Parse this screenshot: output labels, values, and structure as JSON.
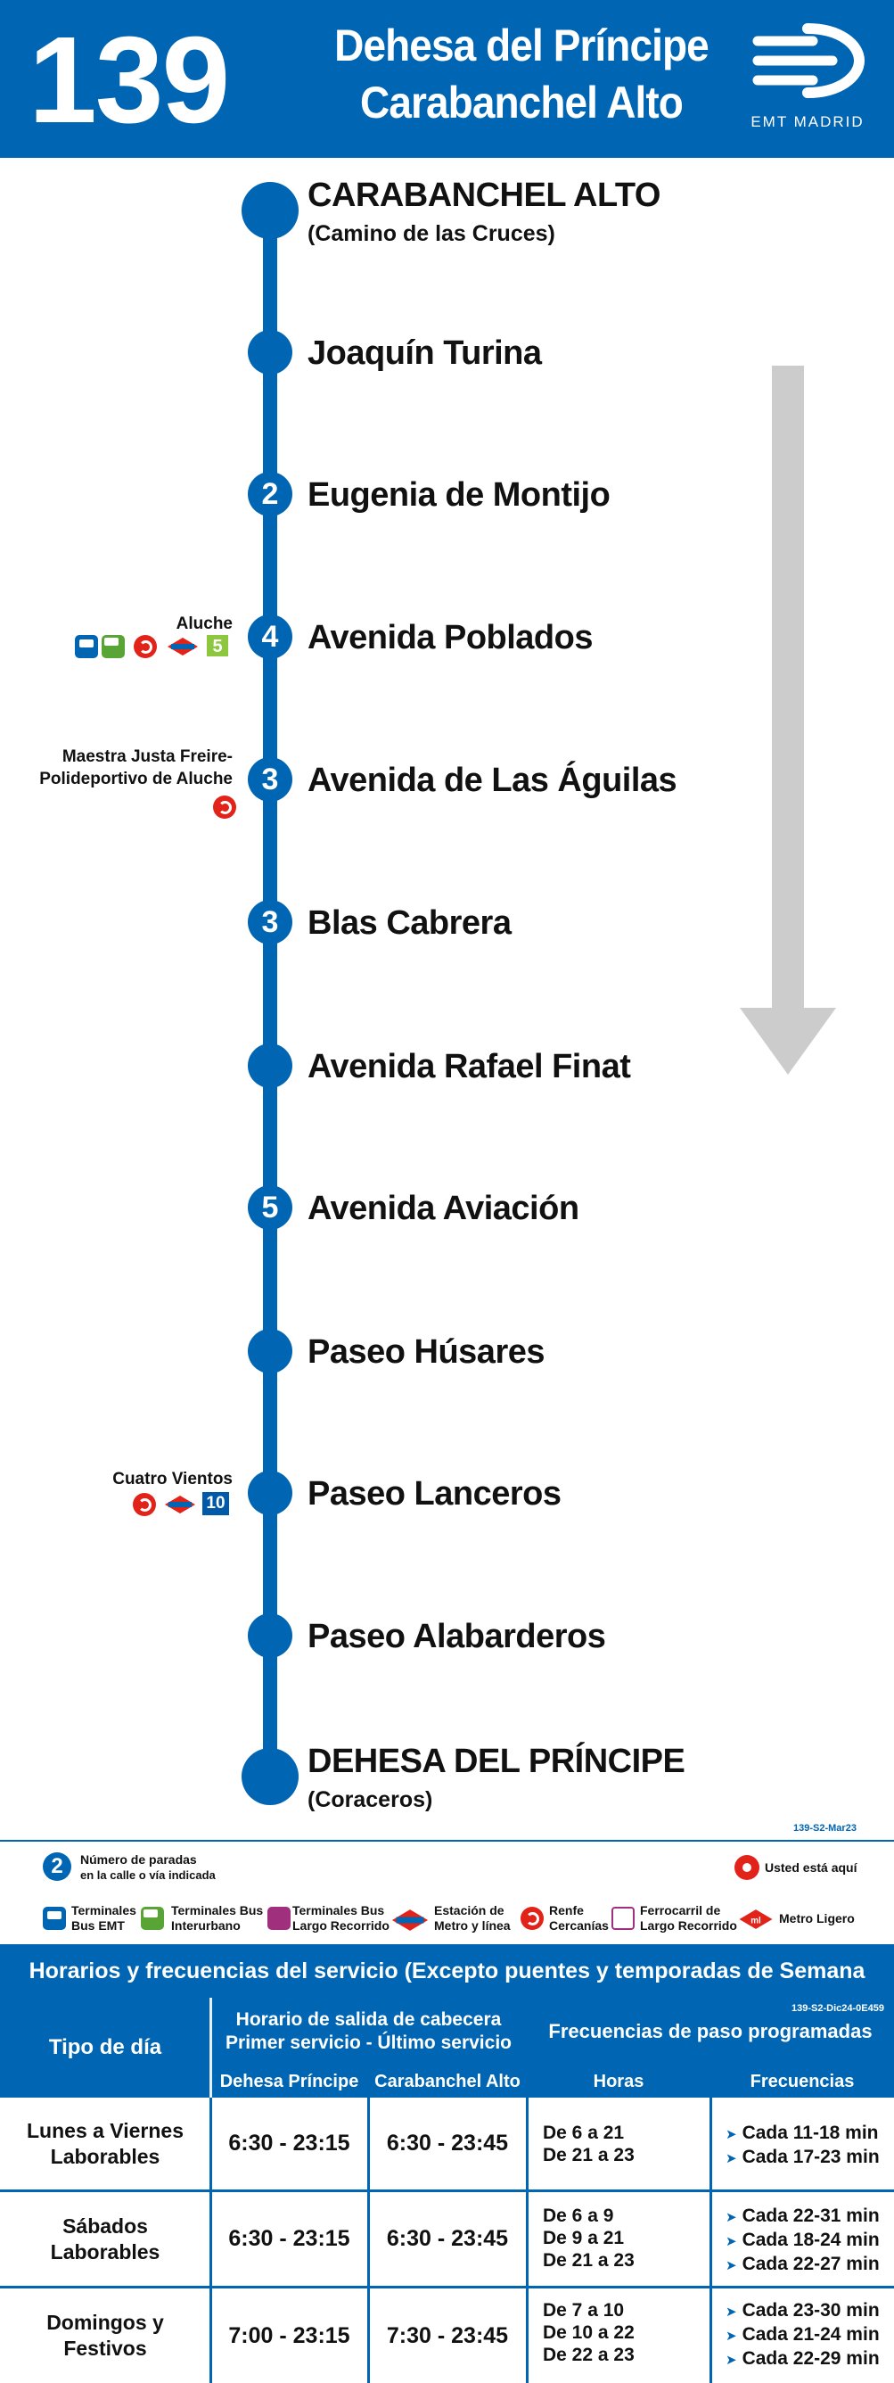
{
  "header": {
    "line_number": "139",
    "route_line1": "Dehesa del Príncipe",
    "route_line2": "Carabanchel Alto",
    "operator": "EMT MADRID"
  },
  "stops": [
    {
      "name": "CARABANCHEL ALTO",
      "sub": "(Camino de las Cruces)",
      "badge": ""
    },
    {
      "name": "Joaquín Turina",
      "badge": ""
    },
    {
      "name": "Eugenia de Montijo",
      "badge": "2"
    },
    {
      "name": "Avenida Poblados",
      "badge": "4"
    },
    {
      "name": "Avenida de Las Águilas",
      "badge": "3"
    },
    {
      "name": "Blas Cabrera",
      "badge": "3"
    },
    {
      "name": "Avenida Rafael Finat",
      "badge": ""
    },
    {
      "name": "Avenida Aviación",
      "badge": "5"
    },
    {
      "name": "Paseo Húsares",
      "badge": ""
    },
    {
      "name": "Paseo Lanceros",
      "badge": ""
    },
    {
      "name": "Paseo Alabarderos",
      "badge": ""
    },
    {
      "name": "DEHESA DEL PRÍNCIPE",
      "sub": "(Coraceros)",
      "badge": ""
    }
  ],
  "connections": {
    "aluche": {
      "label": "Aluche",
      "metro_line": "5"
    },
    "aguilas": {
      "label_line1": "Maestra Justa Freire-",
      "label_line2": "Polideportivo de Aluche"
    },
    "cuatro_vientos": {
      "label": "Cuatro Vientos",
      "metro_line": "10"
    }
  },
  "code_top": "139-S2-Mar23",
  "code_table": "139-S2-Dic24-0E459",
  "legend": {
    "stops_count_num": "2",
    "stops_count_l1": "Número de paradas",
    "stops_count_l2": "en la calle o vía indicada",
    "you_are_here": "Usted está aquí",
    "items": [
      {
        "l1": "Terminales",
        "l2": "Bus EMT"
      },
      {
        "l1": "Terminales Bus",
        "l2": "Interurbano"
      },
      {
        "l1": "Terminales Bus",
        "l2": "Largo Recorrido"
      },
      {
        "l1": "Estación de",
        "l2": "Metro y línea"
      },
      {
        "l1": "Renfe",
        "l2": "Cercanías"
      },
      {
        "l1": "Ferrocarril de",
        "l2": "Largo Recorrido"
      },
      {
        "l1": "Metro Ligero",
        "l2": ""
      }
    ]
  },
  "schedule": {
    "title": "Horarios y frecuencias del servicio (Excepto puentes y temporadas de Semana Santa y Verano)",
    "col_tipo": "Tipo de día",
    "col_horario_l1": "Horario de salida de cabecera",
    "col_horario_l2": "Primer servicio - Último servicio",
    "col_frecuencias_group": "Frecuencias de paso programadas",
    "col_dehesa": "Dehesa Príncipe",
    "col_carabanchel": "Carabanchel Alto",
    "col_horas": "Horas",
    "col_frecuencias": "Frecuencias",
    "rows": [
      {
        "tipo_l1": "Lunes a Viernes",
        "tipo_l2": "Laborables",
        "dehesa": "6:30 - 23:15",
        "carabanchel": "6:30 - 23:45",
        "horas": [
          "De 6 a 21",
          "De 21 a 23"
        ],
        "frecuencias": [
          "Cada 11-18 min",
          "Cada 17-23 min"
        ]
      },
      {
        "tipo_l1": "Sábados",
        "tipo_l2": "Laborables",
        "dehesa": "6:30 - 23:15",
        "carabanchel": "6:30 - 23:45",
        "horas": [
          "De 6 a 9",
          "De 9 a 21",
          "De 21 a 23"
        ],
        "frecuencias": [
          "Cada 22-31 min",
          "Cada 18-24 min",
          "Cada 22-27 min"
        ]
      },
      {
        "tipo_l1": "Domingos y",
        "tipo_l2": "Festivos",
        "dehesa": "7:00 - 23:15",
        "carabanchel": "7:30 - 23:45",
        "horas": [
          "De 7 a 10",
          "De 10 a 22",
          "De 22 a 23"
        ],
        "frecuencias": [
          "Cada 23-30 min",
          "Cada 21-24 min",
          "Cada 22-29 min"
        ]
      }
    ]
  },
  "colors": {
    "brand_blue": "#0065b3",
    "arrow_grey": "#cccccc",
    "renfe_red": "#e2231a"
  }
}
